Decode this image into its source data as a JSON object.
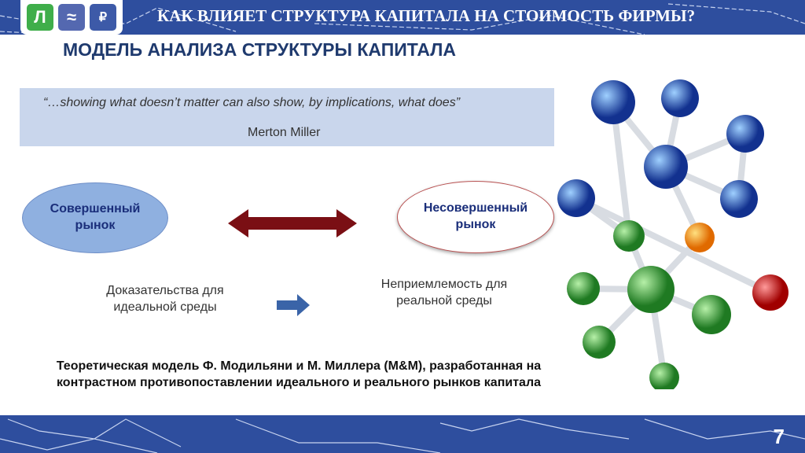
{
  "header": {
    "title": "КАК ВЛИЯЕТ СТРУКТУРА КАПИТАЛА НА СТОИМОСТЬ ФИРМЫ?",
    "logo_letters": "Л"
  },
  "subtitle": "МОДЕЛЬ АНАЛИЗА СТРУКТУРЫ КАПИТАЛА",
  "quote": {
    "text": "“…showing what doesn’t matter can also show, by implications, what does”",
    "author": "Merton Miller"
  },
  "left_ellipse": "Совершенный рынок",
  "right_ellipse": "Несовершенный рынок",
  "left_text": "Доказательства для идеальной среды",
  "right_text": "Неприемлемость для реальной среды",
  "bottom_text": "Теоретическая модель Ф. Модильяни и М. Миллера (M&M), разработанная на контрастном противопоставлении идеального и реального рынков капитала",
  "page_number": "7",
  "colors": {
    "band": "#2e4e9e",
    "arrow_dark_red": "#7a0f14",
    "arrow_blue": "#3a64a8"
  }
}
